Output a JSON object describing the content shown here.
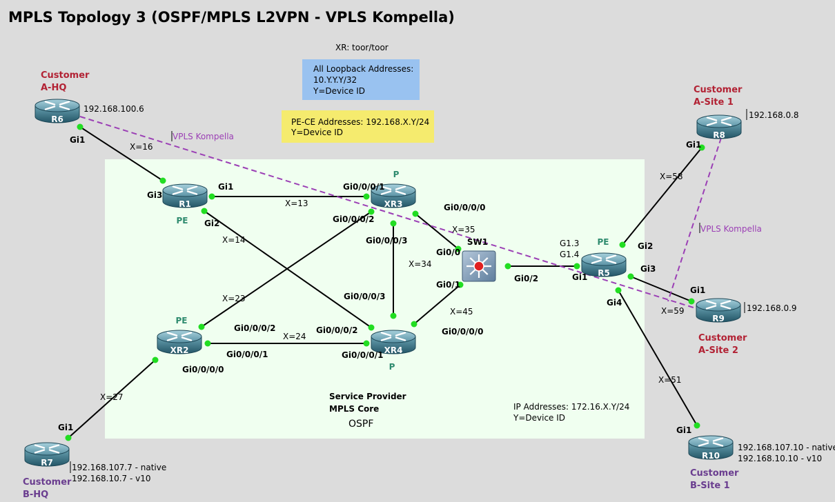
{
  "title": "MPLS Topology 3 (OSPF/MPLS L2VPN - VPLS Kompella)",
  "notes": {
    "xr_login": "XR: toor/toor",
    "loopback": [
      "All Loopback Addresses:",
      "10.Y.Y.Y/32",
      "Y=Device ID"
    ],
    "pe_ce": [
      "PE-CE Addresses: 192.168.X.Y/24",
      "Y=Device ID"
    ],
    "sp_core": [
      "Service Provider",
      "MPLS Core"
    ],
    "igp": "OSPF",
    "ip_addresses": [
      "IP Addresses: 172.16.X.Y/24",
      "Y=Device ID"
    ]
  },
  "colors": {
    "background": "#dcdcdc",
    "core_area": "#f0fff0",
    "loopback_box": "#99c2f0",
    "pe_ce_box": "#f5eb6e",
    "customer_a": "#b22234",
    "customer_b": "#6a3d8f",
    "role": "#2e8b6e",
    "vpls": "#9b3fb5",
    "port": "#22dd22"
  },
  "devices": [
    {
      "id": "R6",
      "role": "",
      "customer": [
        "Customer",
        "A-HQ"
      ],
      "customer_group": "a",
      "addresses": [
        "192.168.100.6"
      ]
    },
    {
      "id": "R1",
      "role": "PE",
      "customer": [],
      "customer_group": "",
      "addresses": []
    },
    {
      "id": "XR3",
      "role": "P",
      "customer": [],
      "customer_group": "",
      "addresses": []
    },
    {
      "id": "XR2",
      "role": "PE",
      "customer": [],
      "customer_group": "",
      "addresses": []
    },
    {
      "id": "XR4",
      "role": "P",
      "customer": [],
      "customer_group": "",
      "addresses": []
    },
    {
      "id": "R5",
      "role": "PE",
      "customer": [],
      "customer_group": "",
      "addresses": []
    },
    {
      "id": "R8",
      "role": "",
      "customer": [
        "Customer",
        "A-Site 1"
      ],
      "customer_group": "a",
      "addresses": [
        "192.168.0.8"
      ]
    },
    {
      "id": "R9",
      "role": "",
      "customer": [
        "Customer",
        "A-Site 2"
      ],
      "customer_group": "a",
      "addresses": [
        "192.168.0.9"
      ]
    },
    {
      "id": "R7",
      "role": "",
      "customer": [
        "Customer",
        "B-HQ"
      ],
      "customer_group": "b",
      "addresses": [
        "192.168.107.7 - native",
        "192.168.10.7   - v10"
      ]
    },
    {
      "id": "R10",
      "role": "",
      "customer": [
        "Customer",
        "B-Site 1"
      ],
      "customer_group": "b",
      "addresses": [
        "192.168.107.10 - native",
        "192.168.10.10   - v10"
      ]
    },
    {
      "id": "SW1",
      "role": "",
      "customer": [],
      "customer_group": "",
      "addresses": []
    }
  ],
  "links": [
    {
      "a": "R6",
      "b": "R1",
      "label": "X=16",
      "a_port": "Gi1",
      "b_port": "Gi3"
    },
    {
      "a": "R1",
      "b": "XR3",
      "label": "X=13",
      "a_port": "Gi1",
      "b_port": "Gi0/0/0/1"
    },
    {
      "a": "R1",
      "b": "XR4",
      "label": "X=14",
      "a_port": "Gi2",
      "b_port": "Gi0/0/0/3"
    },
    {
      "a": "XR2",
      "b": "XR3",
      "label": "X=23",
      "a_port": "Gi0/0/0/2",
      "b_port": "Gi0/0/0/2"
    },
    {
      "a": "XR3",
      "b": "XR4",
      "label": "X=34",
      "a_port": "Gi0/0/0/3",
      "b_port": ""
    },
    {
      "a": "XR3",
      "b": "SW1",
      "label": "X=35",
      "a_port": "Gi0/0/0/0",
      "b_port": "Gi0/0"
    },
    {
      "a": "XR2",
      "b": "XR4",
      "label": "X=24",
      "a_port": "Gi0/0/0/1",
      "b_port": "Gi0/0/0/1"
    },
    {
      "a": "XR4",
      "b": "SW1",
      "label": "X=45",
      "a_port": "Gi0/0/0/0",
      "b_port": "Gi0/1"
    },
    {
      "a": "SW1",
      "b": "R5",
      "label": "",
      "a_port": "Gi0/2",
      "b_port": "Gi1"
    },
    {
      "a": "R5",
      "b": "R8",
      "label": "X=58",
      "a_port": "Gi2",
      "b_port": "Gi1"
    },
    {
      "a": "R5",
      "b": "R9",
      "label": "X=59",
      "a_port": "Gi3",
      "b_port": "Gi1"
    },
    {
      "a": "R5",
      "b": "R10",
      "label": "X=51",
      "a_port": "Gi4",
      "b_port": "Gi1"
    },
    {
      "a": "XR2",
      "b": "R7",
      "label": "X=27",
      "a_port": "Gi0/0/0/0",
      "b_port": "Gi1"
    }
  ],
  "extra_labels": {
    "xr4_gi0002": "Gi0/0/0/2",
    "r5_subifs": [
      "G1.3",
      "G1.4"
    ]
  },
  "vpls": [
    {
      "label": "VPLS Kompella"
    },
    {
      "label": "VPLS Kompella"
    }
  ]
}
